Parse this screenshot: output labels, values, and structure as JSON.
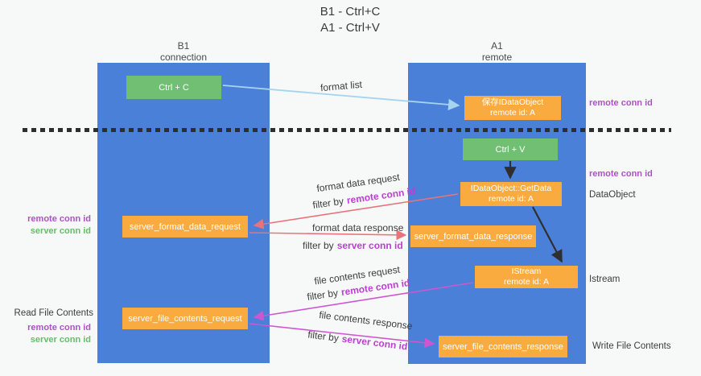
{
  "title": {
    "line1": "B1 - Ctrl+C",
    "line2": "A1 - Ctrl+V"
  },
  "columns": {
    "b1": {
      "name": "B1",
      "role": "connection"
    },
    "a1": {
      "name": "A1",
      "role": "remote"
    }
  },
  "nodes": {
    "ctrl_c": {
      "label": "Ctrl + C"
    },
    "save_idataobject": {
      "line1": "保存IDataObject",
      "line2": "remote id: A"
    },
    "ctrl_v": {
      "label": "Ctrl + V"
    },
    "getdata": {
      "line1": "IDataObject::GetData",
      "line2": "remote id: A"
    },
    "server_format_data_request": {
      "label": "server_format_data_request"
    },
    "server_format_data_response": {
      "label": "server_format_data_response"
    },
    "istream": {
      "line1": "IStream",
      "line2": "remote id: A"
    },
    "server_file_contents_request": {
      "label": "server_file_contents_request"
    },
    "server_file_contents_response": {
      "label": "server_file_contents_response"
    }
  },
  "flow_labels": {
    "format_list": "format list",
    "format_data_request": "format data request",
    "format_data_response": "format data response",
    "file_contents_request": "file contents request",
    "file_contents_response": "file contents response",
    "filter_by": "filter by",
    "remote_conn_id": "remote conn id",
    "server_conn_id": "server conn id"
  },
  "side_labels": {
    "remote_conn_id": "remote conn id",
    "server_conn_id": "server conn id",
    "dataobject": "DataObject",
    "istream": "Istream",
    "read_file_contents": "Read File Contents",
    "write_file_contents": "Write File Contents"
  },
  "colors": {
    "lifeline_blue": "#4a80d8",
    "node_orange": "#f9ab40",
    "node_green": "#71bf72",
    "arrow_light_blue": "#a5d3f0",
    "arrow_black": "#2f2f2f",
    "arrow_salmon": "#e8737a",
    "arrow_magenta": "#ce56d0",
    "label_purple": "#ab53c6",
    "label_magenta": "#bb3fd1",
    "label_green": "#67bd6c"
  }
}
